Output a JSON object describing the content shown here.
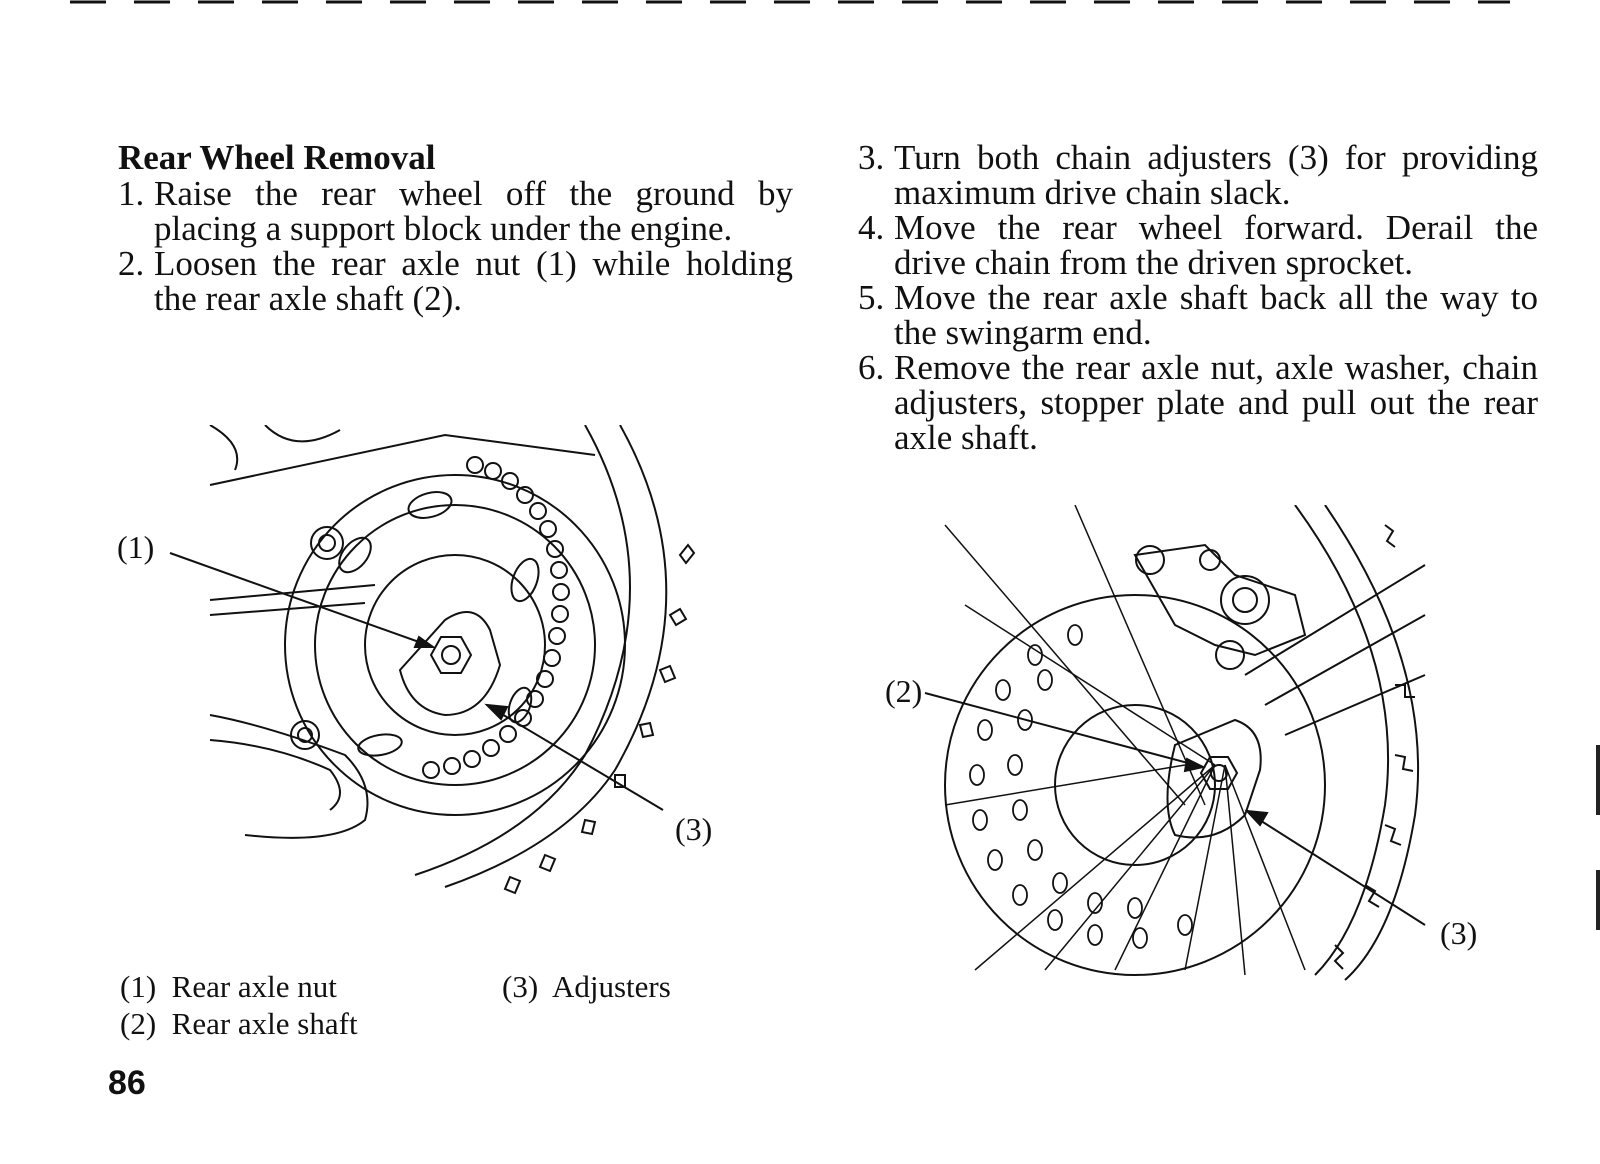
{
  "left_column": {
    "heading": "Rear Wheel Removal",
    "steps": [
      {
        "num": "1.",
        "text": "Raise the rear wheel off the ground by placing a support block under the engine."
      },
      {
        "num": "2.",
        "text": "Loosen the rear axle nut (1) while holding the rear axle shaft (2)."
      }
    ]
  },
  "right_column": {
    "steps": [
      {
        "num": "3.",
        "text": "Turn both chain adjusters (3) for providing maximum drive chain slack."
      },
      {
        "num": "4.",
        "text": "Move the rear wheel forward. Derail the drive chain from the driven sprocket."
      },
      {
        "num": "5.",
        "text": "Move the rear axle shaft back all the way to the swingarm end."
      },
      {
        "num": "6.",
        "text": "Remove the rear axle nut, axle washer, chain adjusters, stopper plate and pull out the rear axle shaft."
      }
    ]
  },
  "figure_left": {
    "callouts": {
      "c1": "(1)",
      "c3": "(3)"
    }
  },
  "figure_right": {
    "callouts": {
      "c2": "(2)",
      "c3": "(3)"
    }
  },
  "caption": {
    "items": [
      {
        "num": "(1)",
        "label": "Rear axle nut"
      },
      {
        "num": "(2)",
        "label": "Rear axle shaft"
      },
      {
        "num": "(3)",
        "label": "Adjusters"
      }
    ]
  },
  "page_number": "86"
}
